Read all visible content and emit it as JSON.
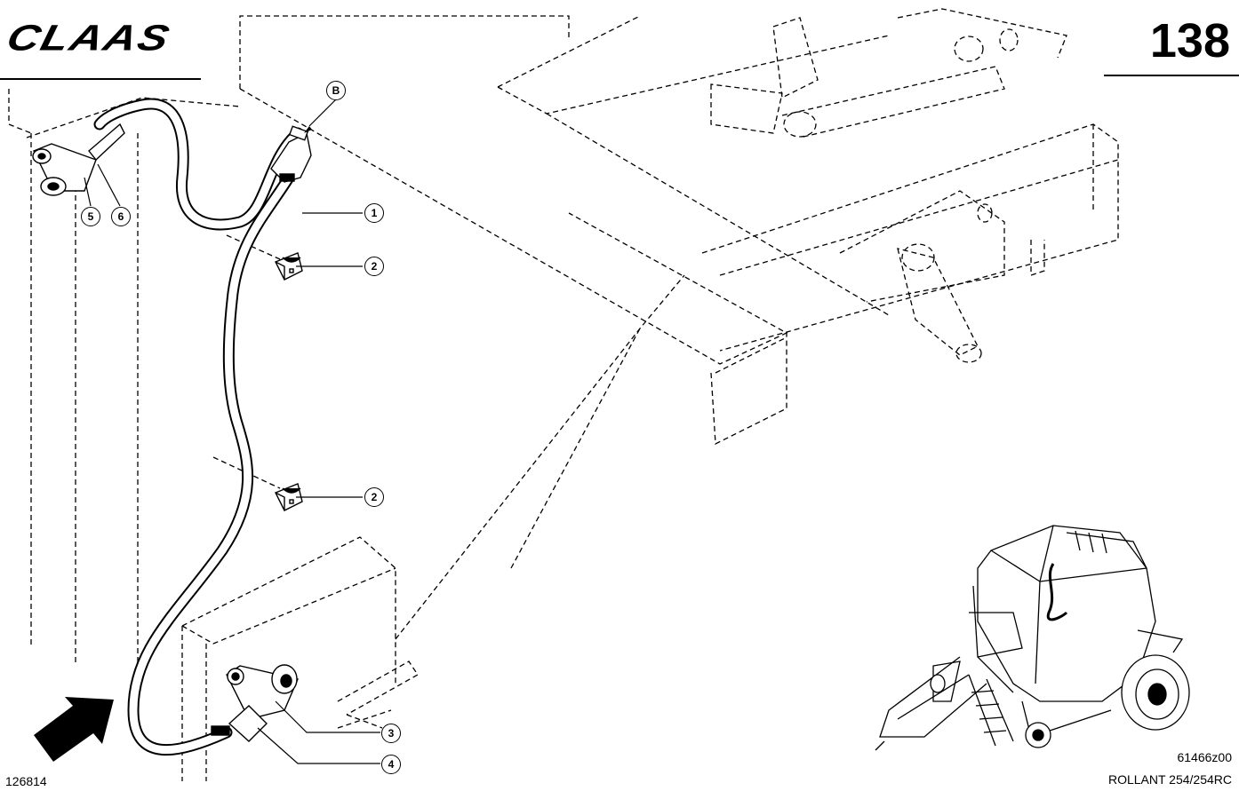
{
  "header": {
    "brand": "CLAAS",
    "page_number": "138"
  },
  "callouts": {
    "b": "B",
    "c1": "1",
    "c2a": "2",
    "c2b": "2",
    "c3": "3",
    "c4": "4",
    "c5": "5",
    "c6": "6"
  },
  "footer": {
    "doc_number": "126814",
    "figure_code": "61466z00",
    "model": "ROLLANT 254/254RC"
  }
}
